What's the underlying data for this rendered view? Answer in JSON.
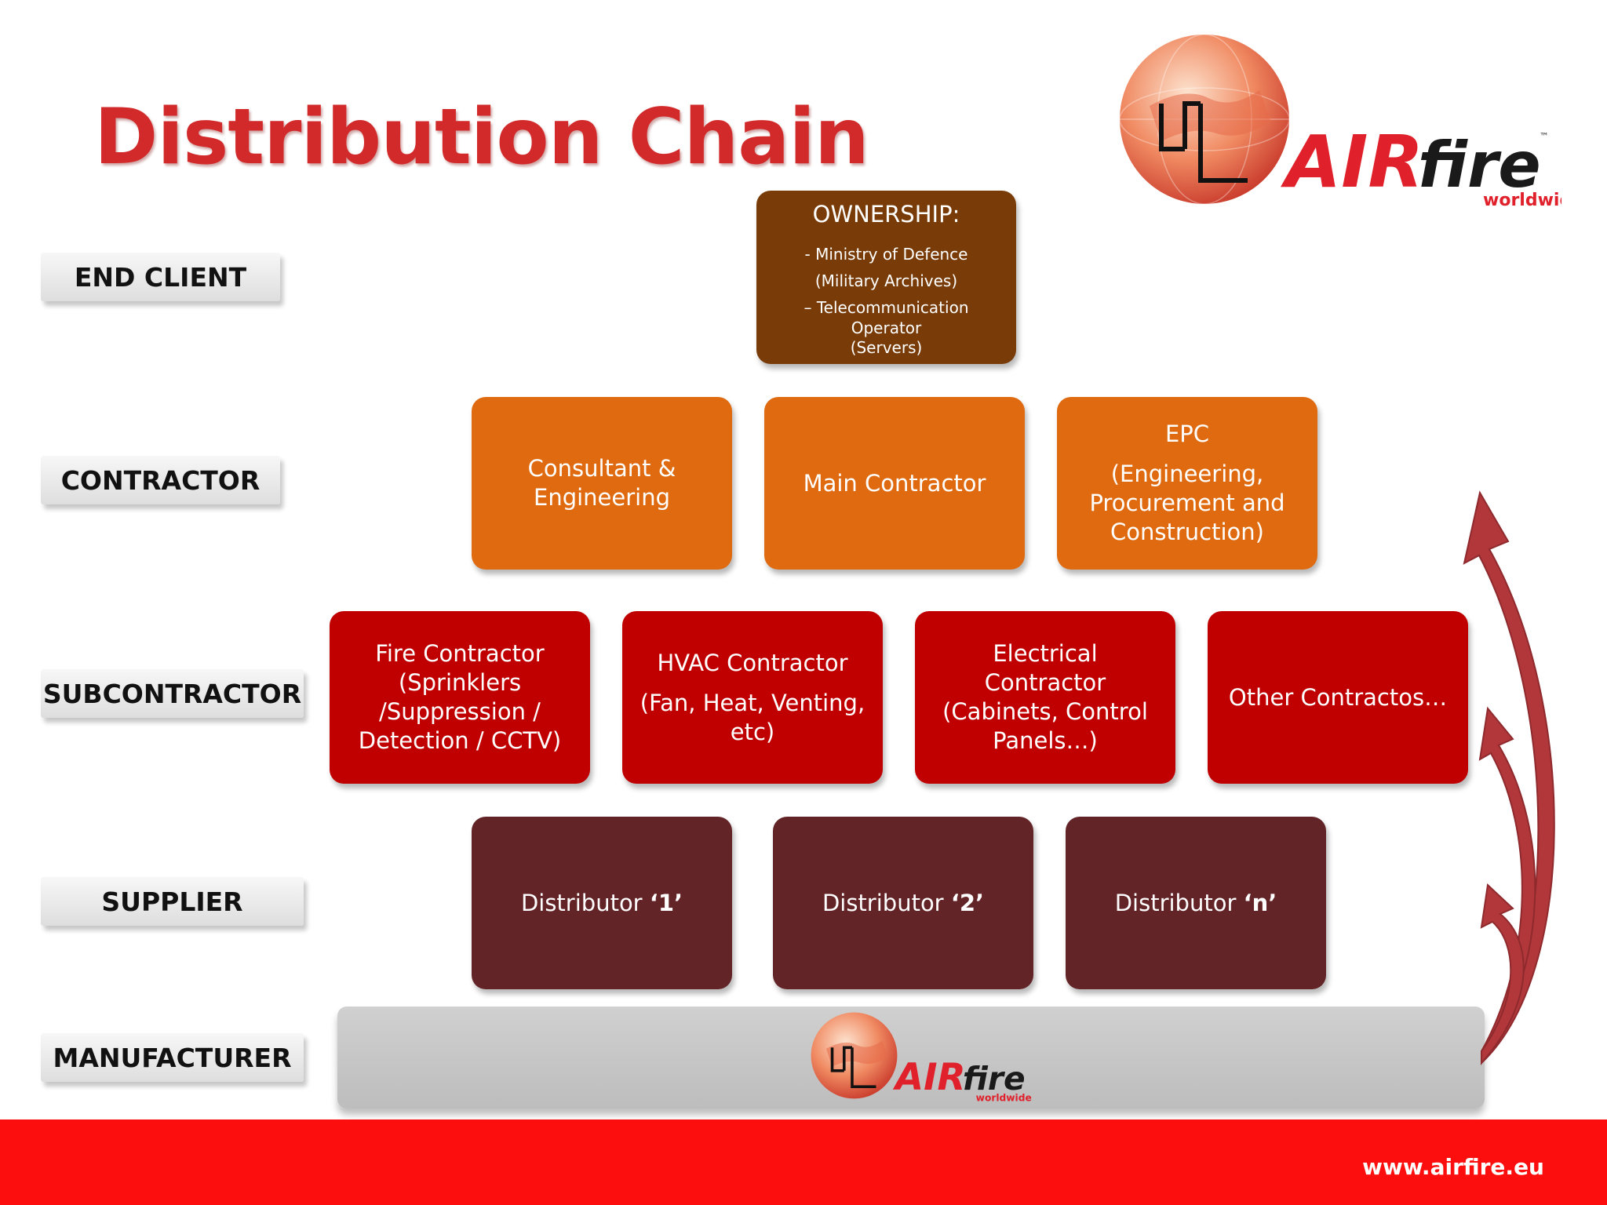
{
  "title": "Distribution Chain",
  "logo": {
    "brand_air": "AIR",
    "brand_fire": "fire",
    "tagline": "worldwide",
    "trademark": "™"
  },
  "row_labels": [
    "END CLIENT",
    "CONTRACTOR",
    "SUBCONTRACTOR",
    "SUPPLIER",
    "MANUFACTURER"
  ],
  "end_client": {
    "heading": "OWNERSHIP:",
    "line1": "- Ministry of Defence",
    "line2": "(Military Archives)",
    "line3": "– Telecommunication Operator",
    "line4": "(Servers)"
  },
  "contractors": {
    "consultant": [
      "Consultant &",
      "Engineering"
    ],
    "main": "Main Contractor",
    "epc_title": "EPC",
    "epc_lines": [
      "(Engineering,",
      "Procurement and",
      "Construction)"
    ]
  },
  "subcontractors": {
    "fire": [
      "Fire Contractor",
      "(Sprinklers",
      "/Suppression /",
      "Detection / CCTV)"
    ],
    "hvac_title": "HVAC Contractor",
    "hvac_lines": [
      "(Fan, Heat, Venting,",
      "etc)"
    ],
    "electrical": [
      "Electrical Contractor",
      "(Cabinets, Control",
      "Panels…)"
    ],
    "other": "Other Contractos…"
  },
  "suppliers": [
    {
      "prefix": "Distributor ",
      "id": "‘1’"
    },
    {
      "prefix": "Distributor ",
      "id": "‘2’"
    },
    {
      "prefix": "Distributor ",
      "id": "‘n’"
    }
  ],
  "footer": {
    "url": "www.airfire.eu"
  },
  "colors": {
    "title": "#d22a2a",
    "end_client": "#793c08",
    "contractor": "#df6a10",
    "subcontractor": "#c00000",
    "supplier": "#632427",
    "footer": "#fd0e0e",
    "arrow": "#b2373a"
  }
}
